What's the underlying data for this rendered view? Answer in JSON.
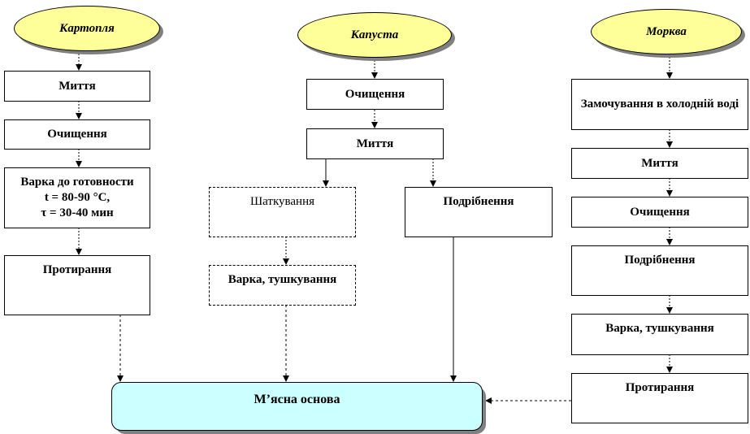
{
  "sources": {
    "potato": "Картопля",
    "cabbage": "Капуста",
    "carrot": "Морква"
  },
  "potato_steps": {
    "washing": "Миття",
    "peeling": "Очищення",
    "boiling": "Варка до готовности\nt = 80-90 °С,\nτ = 30-40 мин",
    "rubbing": "Протирання"
  },
  "cabbage_steps": {
    "peeling": "Очищення",
    "washing": "Миття",
    "shredding": "Шаткування",
    "chopping": "Подрібнення",
    "stewing": "Варка, тушкування"
  },
  "carrot_steps": {
    "soaking": "Замочування в холодній воді",
    "washing": "Миття",
    "peeling": "Очищення",
    "chopping": "Подрібнення",
    "stewing": "Варка, тушкування",
    "rubbing": "Протирання"
  },
  "result": {
    "label": "М’ясна основа"
  },
  "colors": {
    "oval_fill": "#ffff99",
    "result_fill": "#ccffff",
    "shadow": "#808080"
  }
}
